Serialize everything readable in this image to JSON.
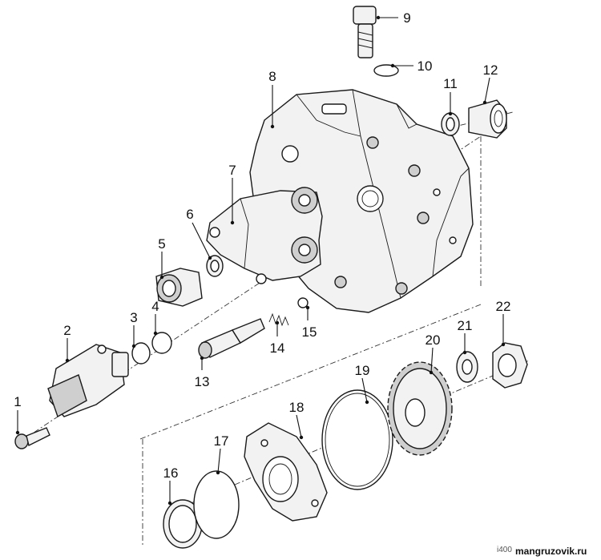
{
  "callouts": [
    {
      "id": "1",
      "label": "1"
    },
    {
      "id": "2",
      "label": "2"
    },
    {
      "id": "3",
      "label": "3"
    },
    {
      "id": "4",
      "label": "4"
    },
    {
      "id": "5",
      "label": "5"
    },
    {
      "id": "6",
      "label": "6"
    },
    {
      "id": "7",
      "label": "7"
    },
    {
      "id": "8",
      "label": "8"
    },
    {
      "id": "9",
      "label": "9"
    },
    {
      "id": "10",
      "label": "10"
    },
    {
      "id": "11",
      "label": "11"
    },
    {
      "id": "12",
      "label": "12"
    },
    {
      "id": "13",
      "label": "13"
    },
    {
      "id": "14",
      "label": "14"
    },
    {
      "id": "15",
      "label": "15"
    },
    {
      "id": "16",
      "label": "16"
    },
    {
      "id": "17",
      "label": "17"
    },
    {
      "id": "18",
      "label": "18"
    },
    {
      "id": "19",
      "label": "19"
    },
    {
      "id": "20",
      "label": "20"
    },
    {
      "id": "21",
      "label": "21"
    },
    {
      "id": "22",
      "label": "22"
    }
  ],
  "figure_code": "i400",
  "watermark": "mangruzovik.ru"
}
